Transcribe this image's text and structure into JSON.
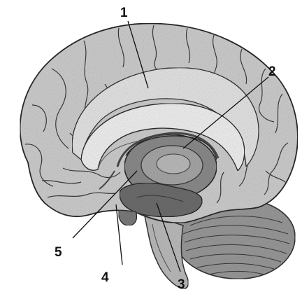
{
  "diagram": {
    "labels": [
      {
        "id": 1,
        "text": "1"
      },
      {
        "id": 2,
        "text": "2"
      },
      {
        "id": 3,
        "text": "3"
      },
      {
        "id": 4,
        "text": "4"
      },
      {
        "id": 5,
        "text": "5"
      }
    ],
    "colors": {
      "background": "#ffffff",
      "ink": "#111111",
      "cortex": "#cfcfcf",
      "corpus_callosum": "#ececec",
      "thalamus": "#8c8c8c",
      "hypothalamus": "#6e6e6e",
      "cerebellum": "#9a9a9a"
    }
  }
}
